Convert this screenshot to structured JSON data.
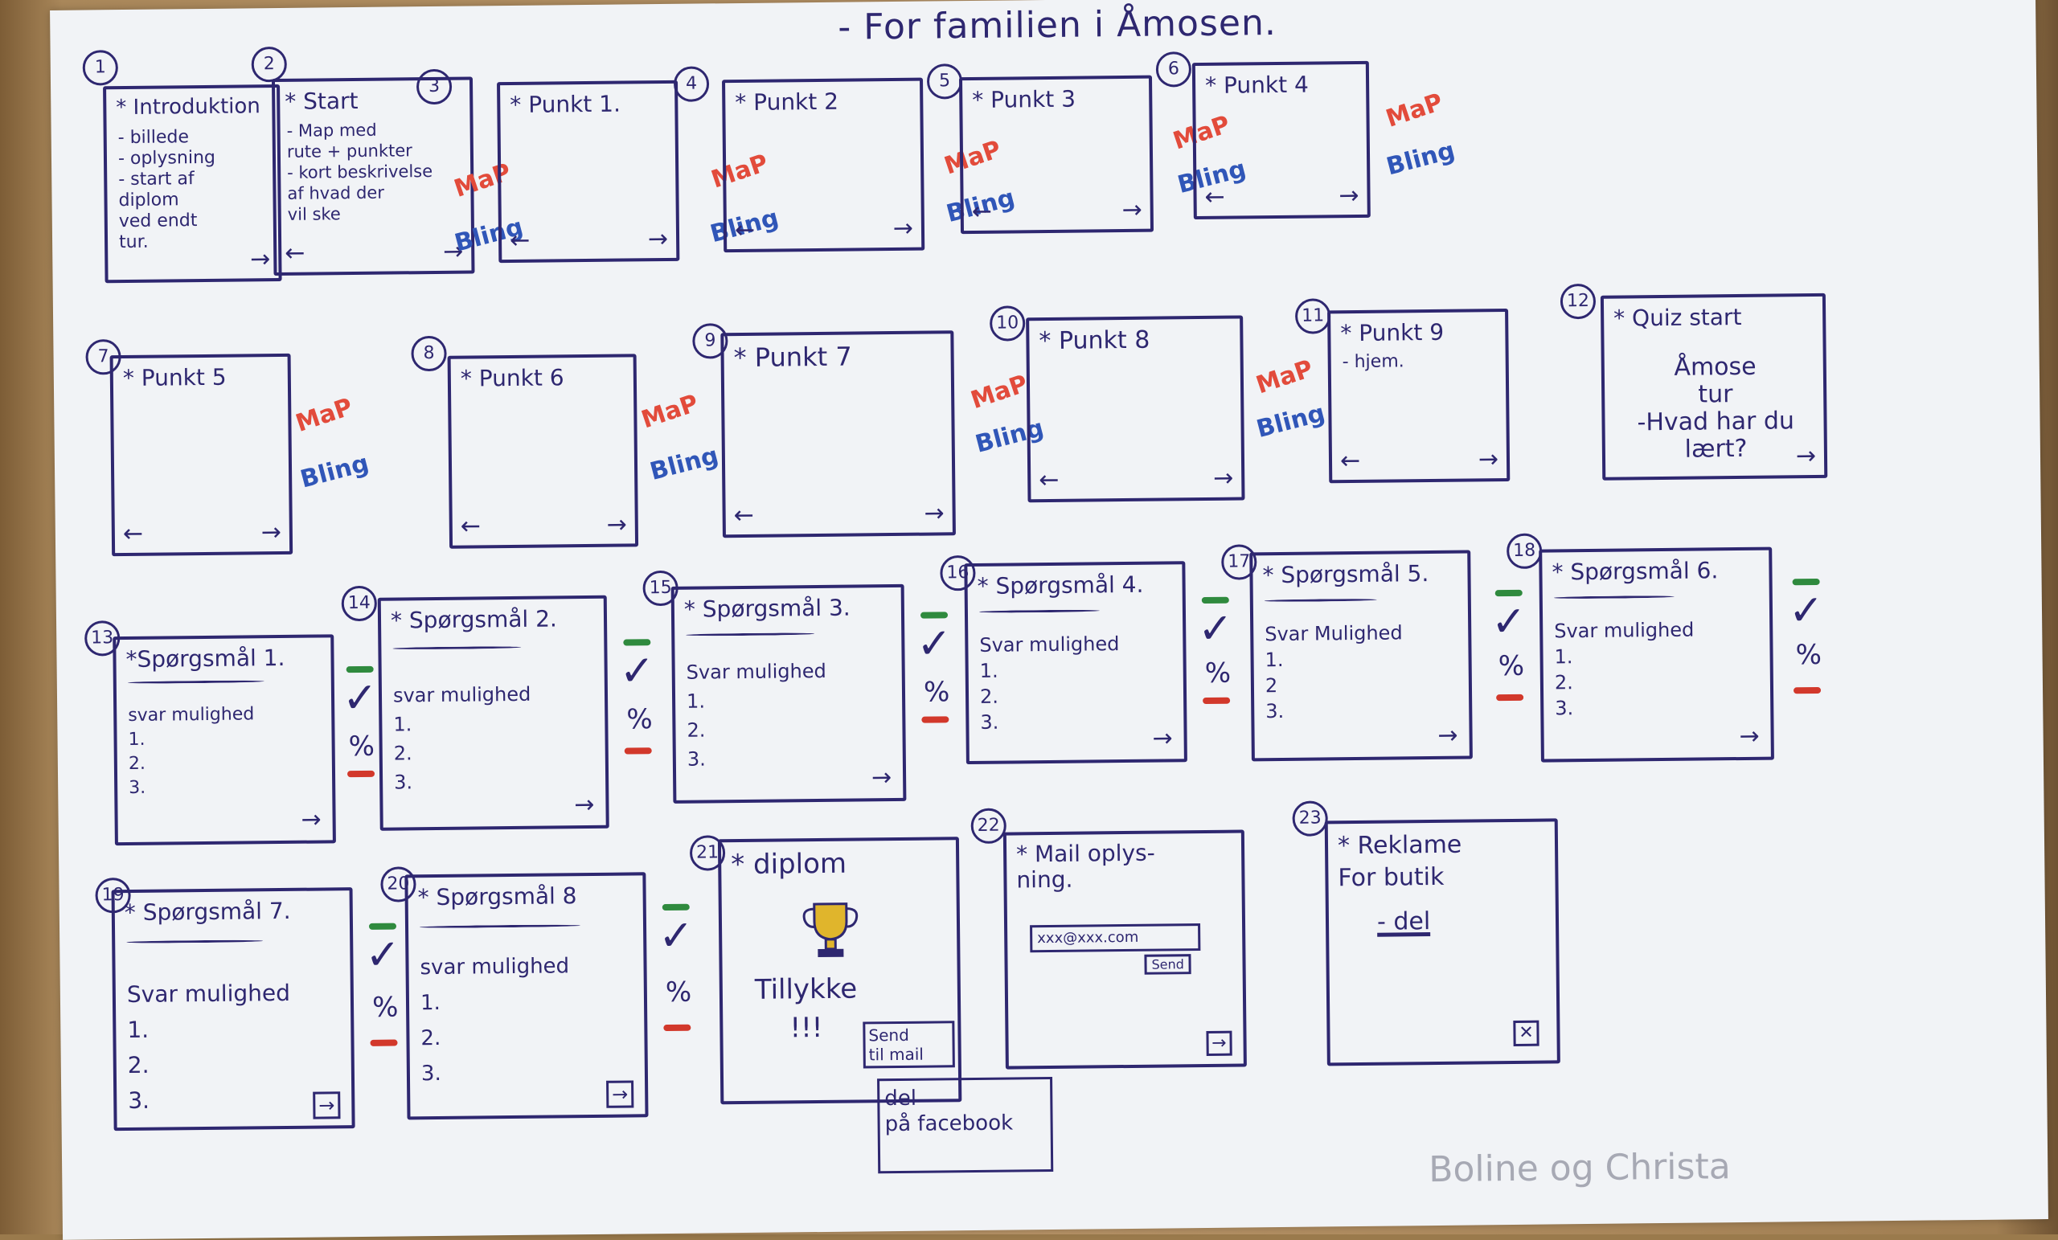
{
  "title": "- For familien i Åmosen.",
  "signature": "Boline og Christa",
  "colors": {
    "ink": "#2e2770",
    "map": "#e24b3b",
    "bling": "#3056b8",
    "correct": "#2f8a3e",
    "wrong": "#d2382b"
  },
  "labels": {
    "map": "MaP",
    "bling": "Bling",
    "next": "→",
    "prev": "←",
    "check": "✓",
    "percent": "%"
  },
  "frames": [
    {
      "n": "1",
      "title": "* Introduktion",
      "body": "- billede\n- oplysning\n- start af\n  diplom\n  ved endt\n  tur."
    },
    {
      "n": "2",
      "title": "* Start",
      "body": "- Map med\n  rute + punkter\n- kort beskrivelse\n  af hvad der\n  vil ske"
    },
    {
      "n": "3",
      "title": "* Punkt 1.",
      "body": ""
    },
    {
      "n": "4",
      "title": "* Punkt 2",
      "body": ""
    },
    {
      "n": "5",
      "title": "* Punkt 3",
      "body": ""
    },
    {
      "n": "6",
      "title": "* Punkt 4",
      "body": ""
    },
    {
      "n": "7",
      "title": "* Punkt 5",
      "body": ""
    },
    {
      "n": "8",
      "title": "* Punkt 6",
      "body": ""
    },
    {
      "n": "9",
      "title": "* Punkt 7",
      "body": ""
    },
    {
      "n": "10",
      "title": "* Punkt 8",
      "body": ""
    },
    {
      "n": "11",
      "title": "* Punkt 9",
      "body": "- hjem."
    },
    {
      "n": "12",
      "title": "* Quiz start",
      "body": "Åmose\ntur\n-Hvad har du\nlært?"
    },
    {
      "n": "13",
      "title": "*Spørgsmål 1.",
      "body": "svar mulighed\n1.\n2.\n3."
    },
    {
      "n": "14",
      "title": "* Spørgsmål 2.",
      "body": "svar mulighed\n1.\n2.\n3."
    },
    {
      "n": "15",
      "title": "* Spørgsmål 3.",
      "body": "Svar mulighed\n1.\n2.\n3."
    },
    {
      "n": "16",
      "title": "* Spørgsmål 4.",
      "body": "Svar mulighed\n1.\n2.\n3."
    },
    {
      "n": "17",
      "title": "* Spørgsmål 5.",
      "body": "Svar Mulighed\n1.\n2\n3."
    },
    {
      "n": "18",
      "title": "* Spørgsmål 6.",
      "body": "Svar mulighed\n1.\n2.\n3."
    },
    {
      "n": "19",
      "title": "* Spørgsmål 7.",
      "body": "Svar mulighed\n1.\n2.\n3."
    },
    {
      "n": "20",
      "title": "* Spørgsmål 8",
      "body": "svar mulighed\n1.\n2.\n3."
    },
    {
      "n": "21",
      "title": "* diplom",
      "body": "Tillykke\n!!!"
    },
    {
      "n": "22",
      "title": "* Mail oplys-\n  ning.",
      "body": ""
    },
    {
      "n": "23",
      "title": "* Reklame\n  For butik",
      "body": "- del"
    }
  ],
  "diplom": {
    "send_mail": "Send\ntil mail",
    "share_facebook": "del\npå facebook"
  },
  "mail": {
    "email": "xxx@xxx.com",
    "send": "Send"
  }
}
